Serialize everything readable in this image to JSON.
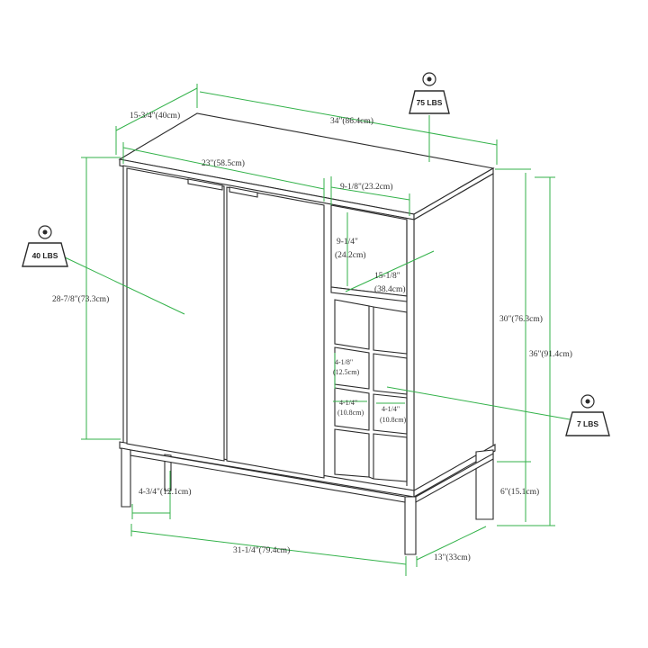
{
  "dimensions": {
    "depth_top": "15-3/4\"(40cm)",
    "width_top": "34\"(86.4cm)",
    "door_width": "23\"(58.5cm)",
    "cubby_width": "9-1/8\"(23.2cm)",
    "cubby_height_a": "9-1/4\"",
    "cubby_height_b": "(24.2cm)",
    "shelf_depth_a": "15-1/8\"",
    "shelf_depth_b": "(38.4cm)",
    "door_height": "28-7/8\"(73.3cm)",
    "body_height": "30\"(76.3cm)",
    "total_height": "36\"(91.4cm)",
    "wine_h_a": "4-1/8\"",
    "wine_h_b": "(12.5cm)",
    "wine_w1_a": "4-1/4\"",
    "wine_w1_b": "(10.8cm)",
    "wine_w2_a": "4-1/4\"",
    "wine_w2_b": "(10.8cm)",
    "leg_side": "4-3/4\"(12.1cm)",
    "leg_height": "6\"(15.1cm)",
    "leg_span": "31-1/4\"(79.4cm)",
    "leg_depth": "13\"(33cm)"
  },
  "weights": {
    "top": "75 LBS",
    "door_shelf": "40 LBS",
    "wine_rack": "7 LBS"
  },
  "colors": {
    "dimension_line": "#33b24a",
    "outline": "#2b2b2b"
  },
  "icons": [
    "weight-icon"
  ]
}
